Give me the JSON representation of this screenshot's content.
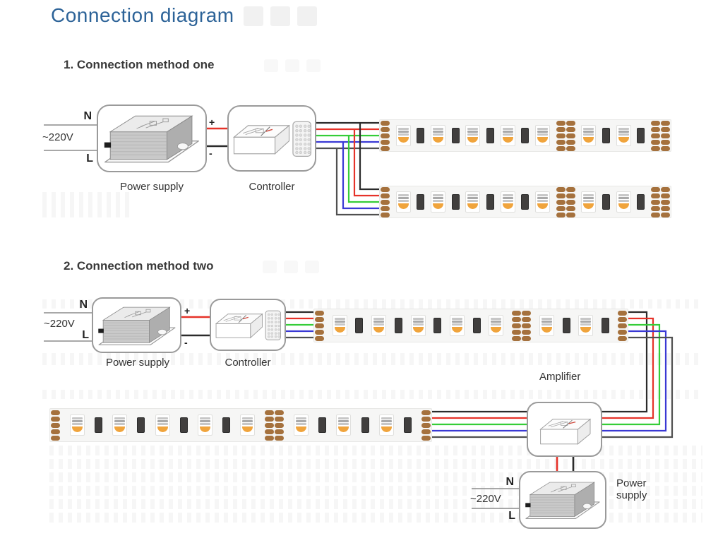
{
  "page": {
    "title": "Connection diagram"
  },
  "sections": [
    {
      "heading": "1. Connection method one"
    },
    {
      "heading": "2. Connection method two"
    }
  ],
  "labels": {
    "neutral": "N",
    "live": "L",
    "voltage": "~220V",
    "plus": "+",
    "minus": "-",
    "power_supply": "Power supply",
    "controller": "Controller",
    "amplifier": "Amplifier"
  },
  "colors": {
    "title": "#2d6398",
    "heading": "#3a3a3a",
    "box_border": "#9a9a9a",
    "nl_line": "#8c8c8c",
    "wire_black": "#2b2b2b",
    "wire_red": "#e63229",
    "wire_green": "#35cd38",
    "wire_blue": "#3a39d4",
    "wire_gray": "#505050",
    "pad": "#a5713d",
    "led_orange": "#f0a43c",
    "strip_bg": "#f6f6f5",
    "resistor": "#413f3e"
  }
}
